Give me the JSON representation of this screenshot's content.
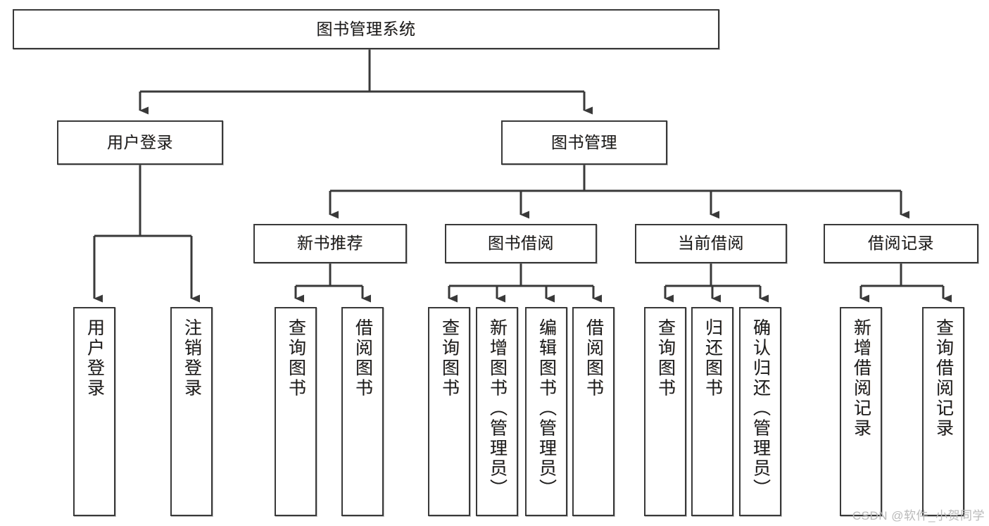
{
  "diagram": {
    "type": "tree-hierarchy-chart",
    "title": "图书管理系统",
    "colors": {
      "box_border": "#393939",
      "box_fill": "#ffffff",
      "connector": "#393939",
      "text": "#1c1c1c",
      "watermark": "#b9b9b9",
      "background": "#ffffff"
    },
    "levels": {
      "level1": "系统",
      "level2": "模块",
      "level3": "子模块",
      "level4": "功能"
    }
  },
  "root": {
    "label": "图书管理系统"
  },
  "level2": [
    {
      "label": "用户登录"
    },
    {
      "label": "图书管理"
    }
  ],
  "level3": [
    {
      "label": "新书推荐"
    },
    {
      "label": "图书借阅"
    },
    {
      "label": "当前借阅"
    },
    {
      "label": "借阅记录"
    }
  ],
  "leaves": {
    "user_login": [
      {
        "label": "用户登录"
      },
      {
        "label": "注销登录"
      }
    ],
    "new_book": [
      {
        "label": "查询图书"
      },
      {
        "label": "借阅图书"
      }
    ],
    "book_borrow": [
      {
        "label": "查询图书"
      },
      {
        "label": "新增图书（管理员）"
      },
      {
        "label": "编辑图书（管理员）"
      },
      {
        "label": "借阅图书"
      }
    ],
    "current_borrow": [
      {
        "label": "查询图书"
      },
      {
        "label": "归还图书"
      },
      {
        "label": "确认归还（管理员）"
      }
    ],
    "borrow_record": [
      {
        "label": "新增借阅记录"
      },
      {
        "label": "查询借阅记录"
      }
    ]
  },
  "watermark": {
    "text": "CSDN @软件_小贺同学"
  }
}
